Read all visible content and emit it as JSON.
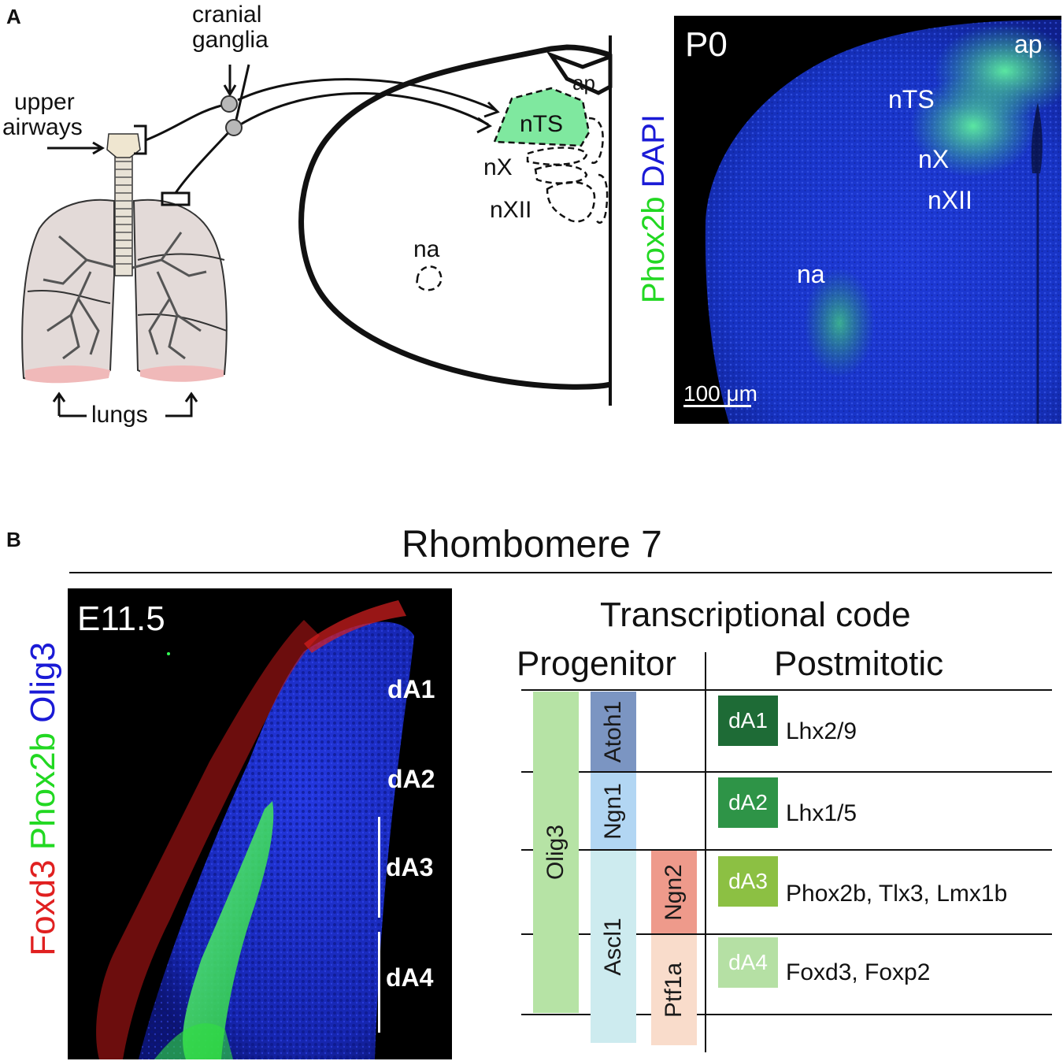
{
  "panel_a": {
    "letter": "A",
    "cranial_ganglia": [
      "cranial",
      "ganglia"
    ],
    "upper_airways": [
      "upper",
      "airways"
    ],
    "lungs": "lungs",
    "schematic_labels": {
      "ap": "ap",
      "nts": "nTS",
      "nx": "nX",
      "nxii": "nXII",
      "na": "na"
    },
    "micrograph": {
      "age": "P0",
      "stain_green": "Phox2b",
      "stain_blue": "DAPI",
      "labels": {
        "ap": "ap",
        "nts": "nTS",
        "nx": "nX",
        "nxii": "nXII",
        "na": "na"
      },
      "scale_bar": "100 μm"
    }
  },
  "panel_b": {
    "letter": "B",
    "title": "Rhombomere 7",
    "micrograph": {
      "age": "E11.5",
      "stain_red": "Foxd3",
      "stain_green": "Phox2b",
      "stain_blue": "Olig3",
      "domains": [
        "dA1",
        "dA2",
        "dA3",
        "dA4"
      ]
    },
    "code": {
      "title": "Transcriptional code",
      "progenitor_header": "Progenitor",
      "postmitotic_header": "Postmitotic",
      "progenitor_factors": [
        "Olig3",
        "Atoh1",
        "Ngn1",
        "Ascl1",
        "Ngn2",
        "Ptf1a"
      ],
      "postmitotic": [
        {
          "domain": "dA1",
          "markers": "Lhx2/9",
          "color": "#1e6b36"
        },
        {
          "domain": "dA2",
          "markers": "Lhx1/5",
          "color": "#2e9447"
        },
        {
          "domain": "dA3",
          "markers": "Phox2b, Tlx3, Lmx1b",
          "color": "#8cc043"
        },
        {
          "domain": "dA4",
          "markers": "Foxd3, Foxp2",
          "color": "#b5e0a4"
        }
      ],
      "bar_colors": {
        "olig3": "#b6e3a5",
        "atoh1": "#7b95c2",
        "ngn1": "#b2d6f3",
        "ascl1": "#cdebef",
        "ngn2": "#ee9a8b",
        "ptf1a": "#f9dccb"
      }
    }
  }
}
